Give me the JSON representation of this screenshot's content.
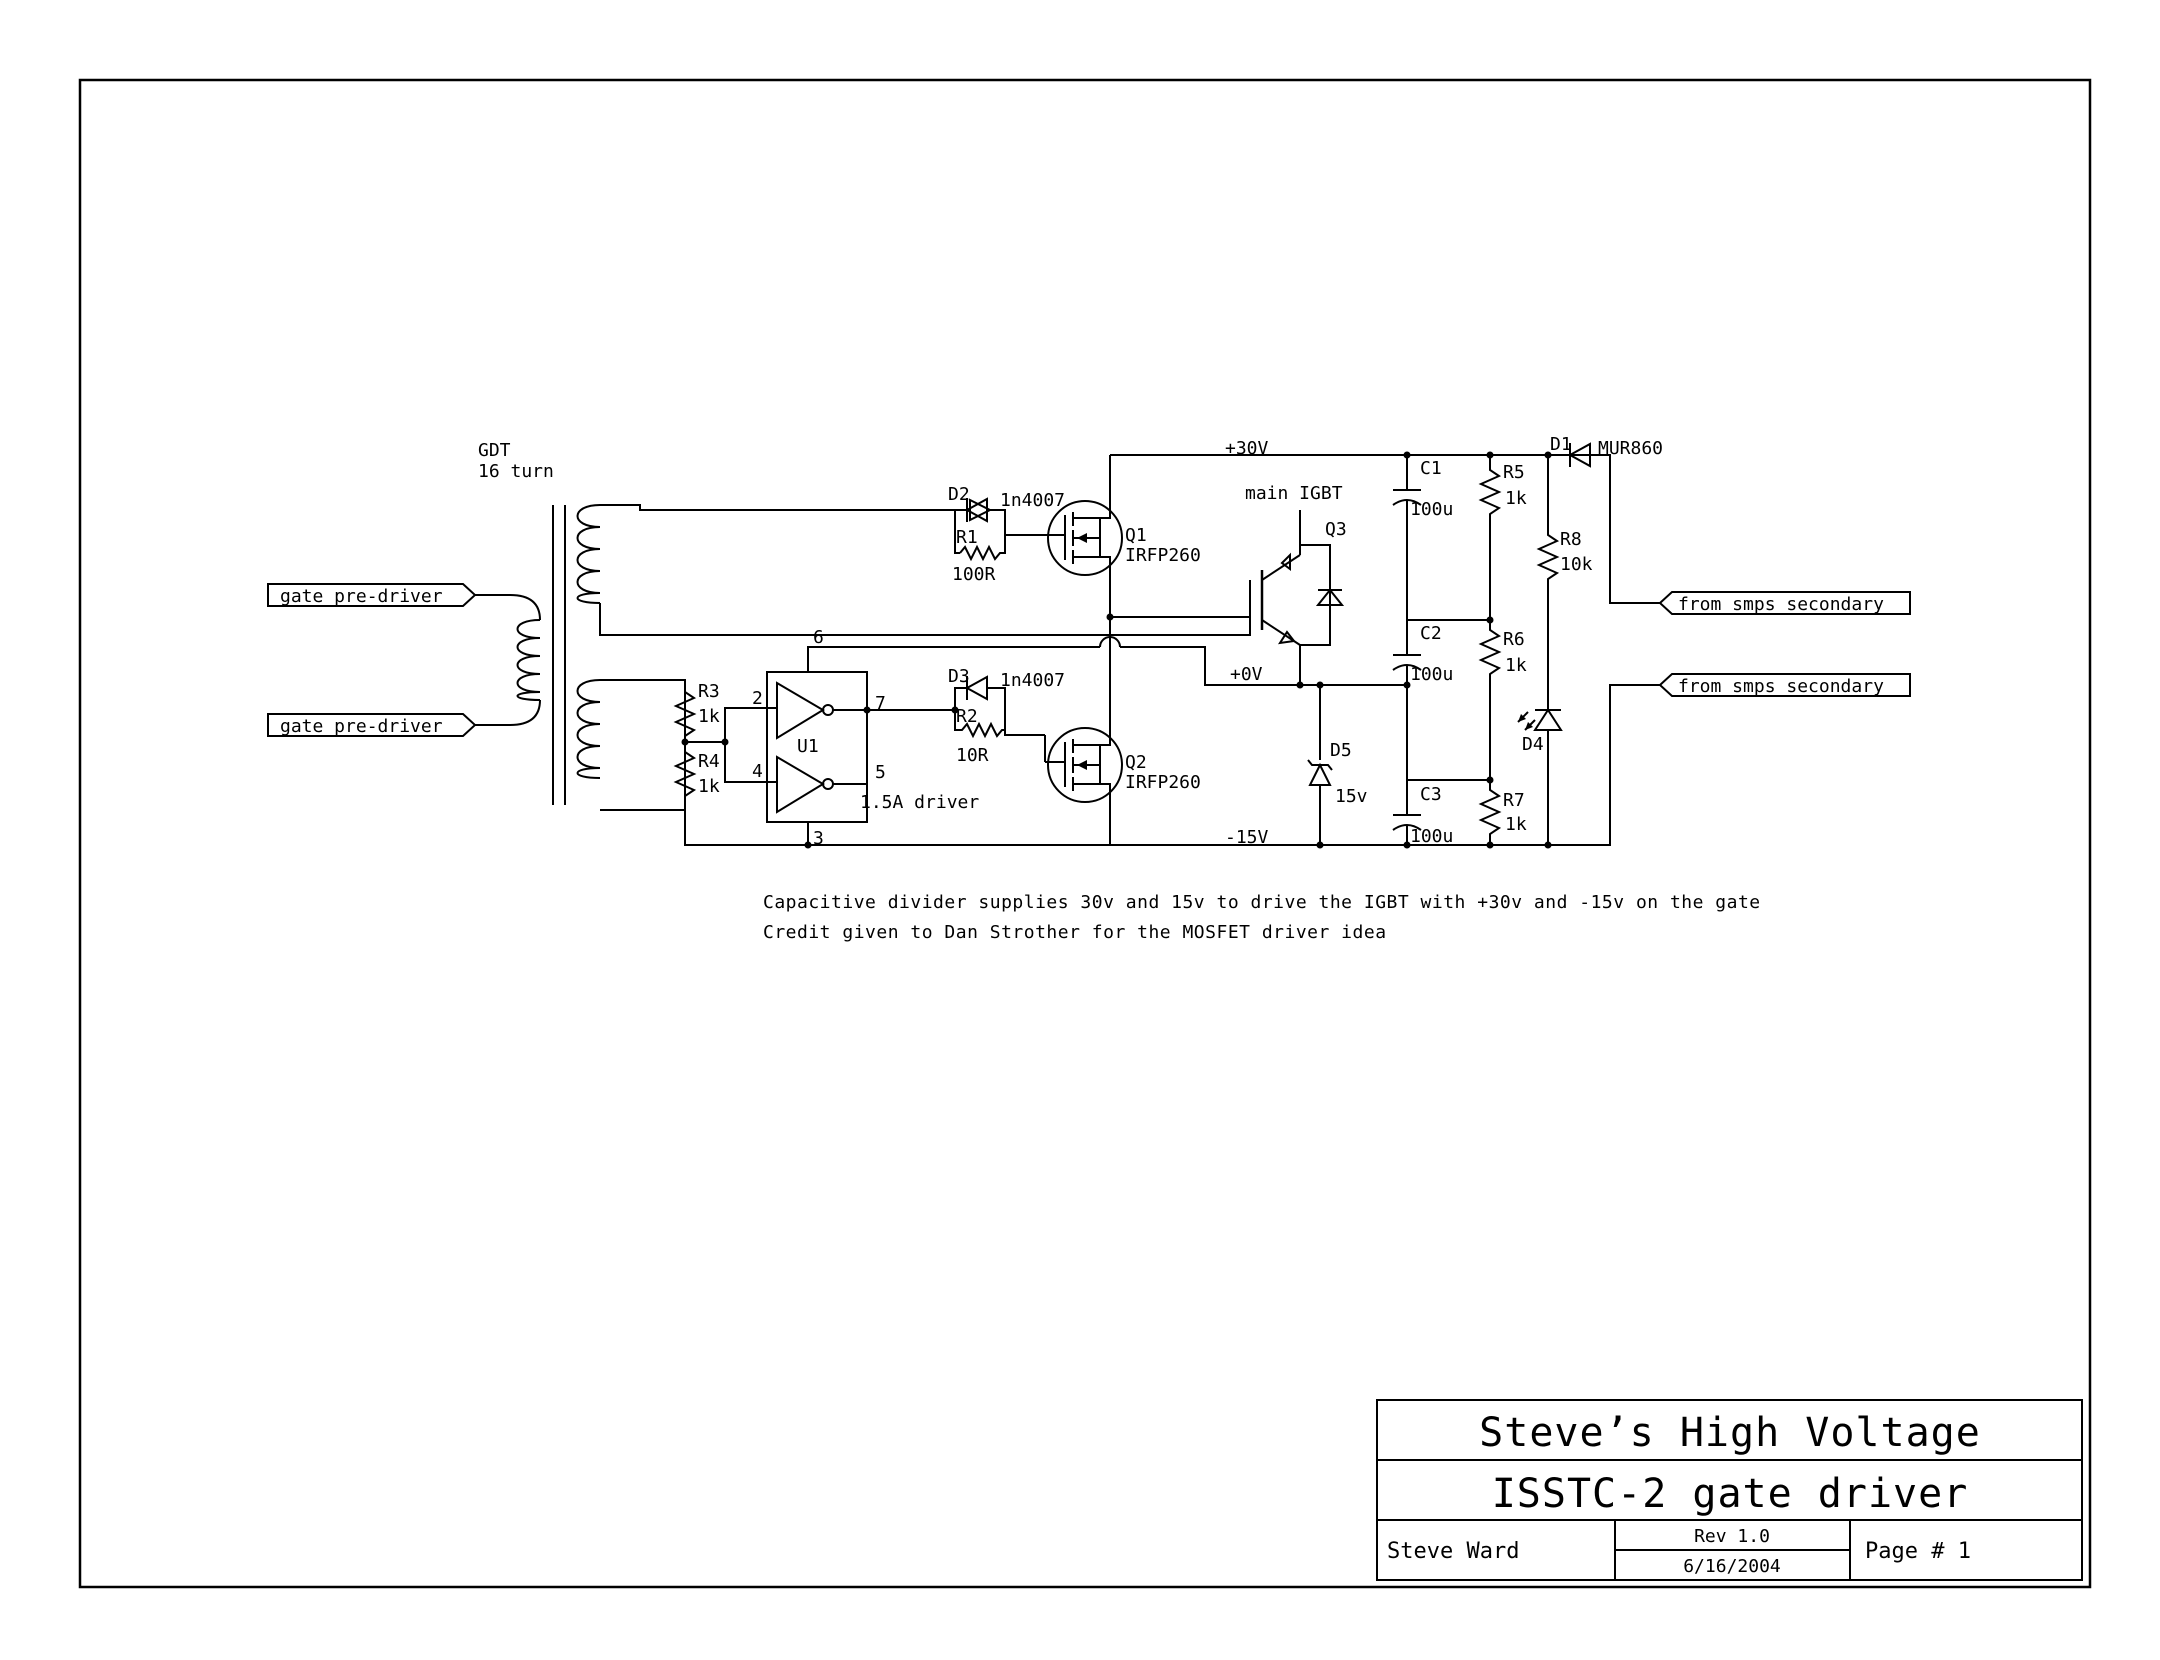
{
  "title_block": {
    "company": "Steve’s High Voltage",
    "title": "ISSTC-2 gate driver",
    "author": "Steve Ward",
    "revision": "Rev 1.0",
    "date": "6/16/2004",
    "page": "Page # 1"
  },
  "notes": [
    "Capacitive divider supplies 30v and 15v to drive the IGBT with +30v and -15v on the gate",
    "Credit given to Dan Strother for the MOSFET driver idea"
  ],
  "ports": {
    "gate_pre_driver_1": "gate pre-driver",
    "gate_pre_driver_2": "gate pre-driver",
    "smps_secondary_1": "from smps secondary",
    "smps_secondary_2": "from smps secondary"
  },
  "nets": {
    "plus30": "+30V",
    "zero": "+0V",
    "minus15": "-15V"
  },
  "gdt": {
    "name": "GDT",
    "turns": "16 turn"
  },
  "components": {
    "D1": {
      "ref": "D1",
      "value": "MUR860"
    },
    "D2": {
      "ref": "D2",
      "value": "1n4007"
    },
    "D3": {
      "ref": "D3",
      "value": "1n4007"
    },
    "D4": {
      "ref": "D4"
    },
    "D5": {
      "ref": "D5",
      "value": "15v"
    },
    "R1": {
      "ref": "R1",
      "value": "100R"
    },
    "R2": {
      "ref": "R2",
      "value": "10R"
    },
    "R3": {
      "ref": "R3",
      "value": "1k"
    },
    "R4": {
      "ref": "R4",
      "value": "1k"
    },
    "R5": {
      "ref": "R5",
      "value": "1k"
    },
    "R6": {
      "ref": "R6",
      "value": "1k"
    },
    "R7": {
      "ref": "R7",
      "value": "1k"
    },
    "R8": {
      "ref": "R8",
      "value": "10k"
    },
    "C1": {
      "ref": "C1",
      "value": "100u"
    },
    "C2": {
      "ref": "C2",
      "value": "100u"
    },
    "C3": {
      "ref": "C3",
      "value": "100u"
    },
    "Q1": {
      "ref": "Q1",
      "value": "IRFP260"
    },
    "Q2": {
      "ref": "Q2",
      "value": "IRFP260"
    },
    "Q3": {
      "ref": "Q3",
      "desc": "main IGBT"
    },
    "U1": {
      "ref": "U1",
      "desc": "1.5A driver",
      "pins": [
        "2",
        "4",
        "7",
        "5",
        "6",
        "3"
      ]
    }
  }
}
